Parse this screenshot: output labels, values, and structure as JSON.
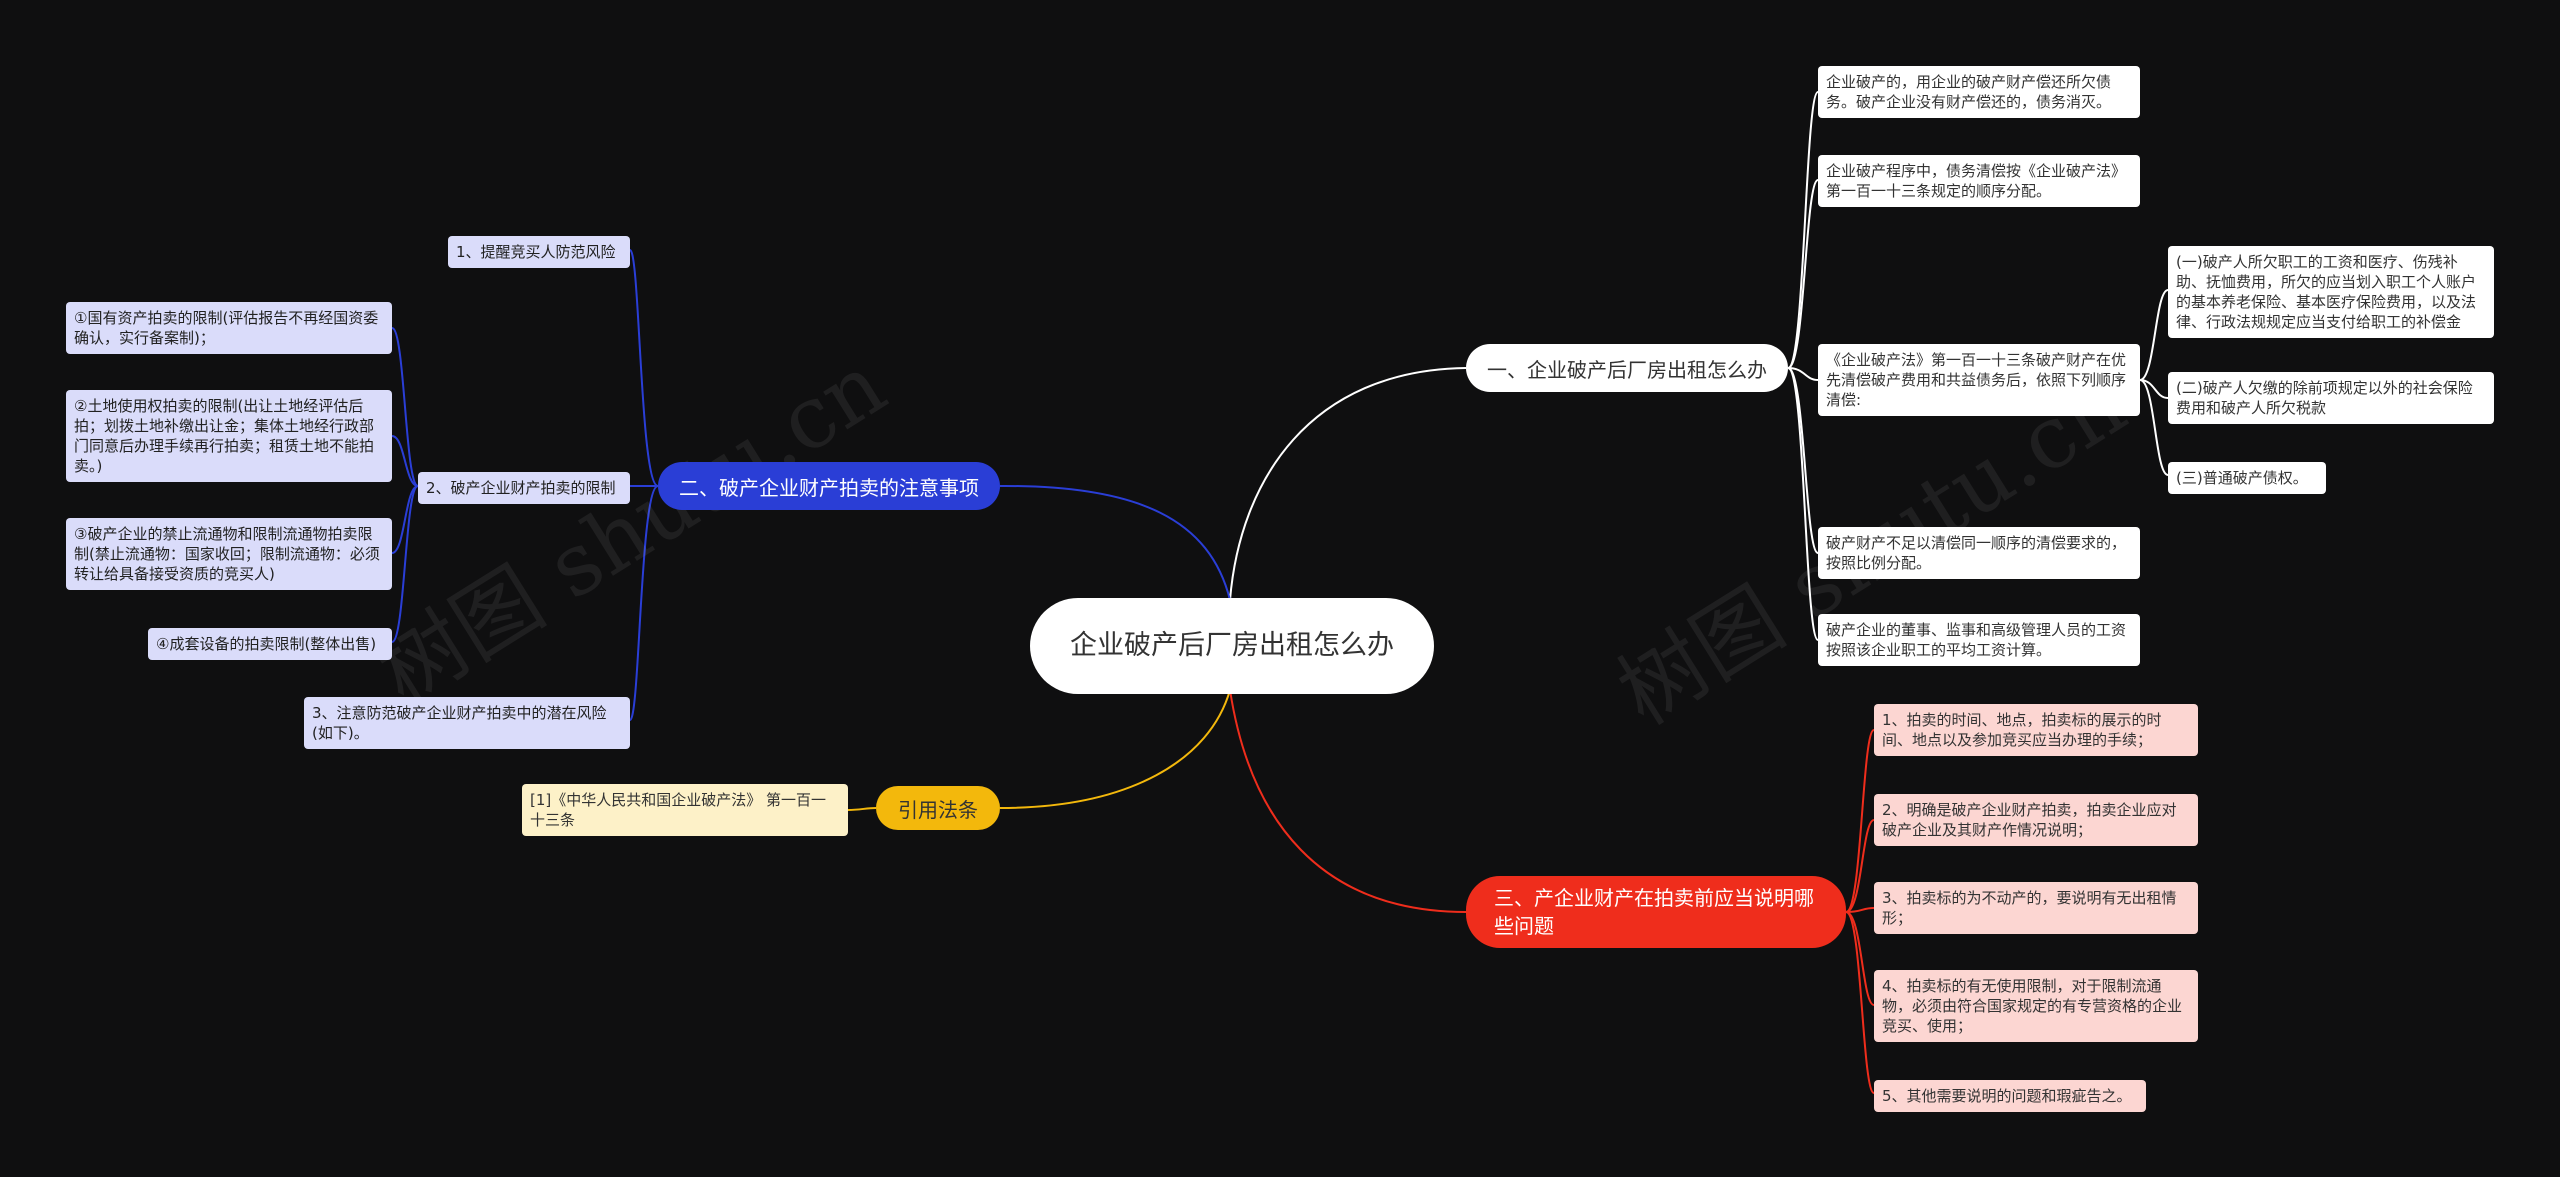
{
  "colors": {
    "background": "#0f0f10",
    "branch_1": "#ffffff",
    "branch_2": "#2a3ed6",
    "branch_3": "#ef2d1c",
    "branch_4": "#f3b80c"
  },
  "watermark": "树图 shutu.cn",
  "root": "企业破产后厂房出租怎么办",
  "branch1": {
    "label": "一、企业破产后厂房出租怎么办",
    "items": [
      "企业破产的，用企业的破产财产偿还所欠债务。破产企业没有财产偿还的，债务消灭。",
      "企业破产程序中，债务清偿按《企业破产法》第一百一十三条规定的顺序分配。",
      "《企业破产法》第一百一十三条破产财产在优先清偿破产费用和共益债务后，依照下列顺序清偿:",
      "破产财产不足以清偿同一顺序的清偿要求的，按照比例分配。",
      "破产企业的董事、监事和高级管理人员的工资按照该企业职工的平均工资计算。"
    ],
    "subitems": [
      "(一)破产人所欠职工的工资和医疗、伤残补助、抚恤费用，所欠的应当划入职工个人账户的基本养老保险、基本医疗保险费用，以及法律、行政法规规定应当支付给职工的补偿金",
      "(二)破产人欠缴的除前项规定以外的社会保险费用和破产人所欠税款",
      "(三)普通破产债权。"
    ]
  },
  "branch2": {
    "label": "二、破产企业财产拍卖的注意事项",
    "items": [
      "1、提醒竞买人防范风险",
      "2、破产企业财产拍卖的限制",
      "3、注意防范破产企业财产拍卖中的潜在风险(如下)。"
    ],
    "subitems": [
      "①国有资产拍卖的限制(评估报告不再经国资委确认，实行备案制)；",
      "②土地使用权拍卖的限制(出让土地经评估后拍；划拨土地补缴出让金；集体土地经行政部门同意后办理手续再行拍卖；租赁土地不能拍卖。)",
      "③破产企业的禁止流通物和限制流通物拍卖限制(禁止流通物：国家收回；限制流通物：必须转让给具备接受资质的竞买人)",
      "④成套设备的拍卖限制(整体出售)"
    ]
  },
  "branch3": {
    "label": "三、产企业财产在拍卖前应当说明哪些问题",
    "items": [
      "1、拍卖的时间、地点，拍卖标的展示的时间、地点以及参加竞买应当办理的手续；",
      "2、明确是破产企业财产拍卖，拍卖企业应对破产企业及其财产作情况说明；",
      "3、拍卖标的为不动产的，要说明有无出租情形；",
      "4、拍卖标的有无使用限制，对于限制流通物，必须由符合国家规定的有专营资格的企业竞买、使用；",
      "5、其他需要说明的问题和瑕疵告之。"
    ]
  },
  "branch4": {
    "label": "引用法条",
    "items": [
      "[1]《中华人民共和国企业破产法》 第一百一十三条"
    ]
  }
}
